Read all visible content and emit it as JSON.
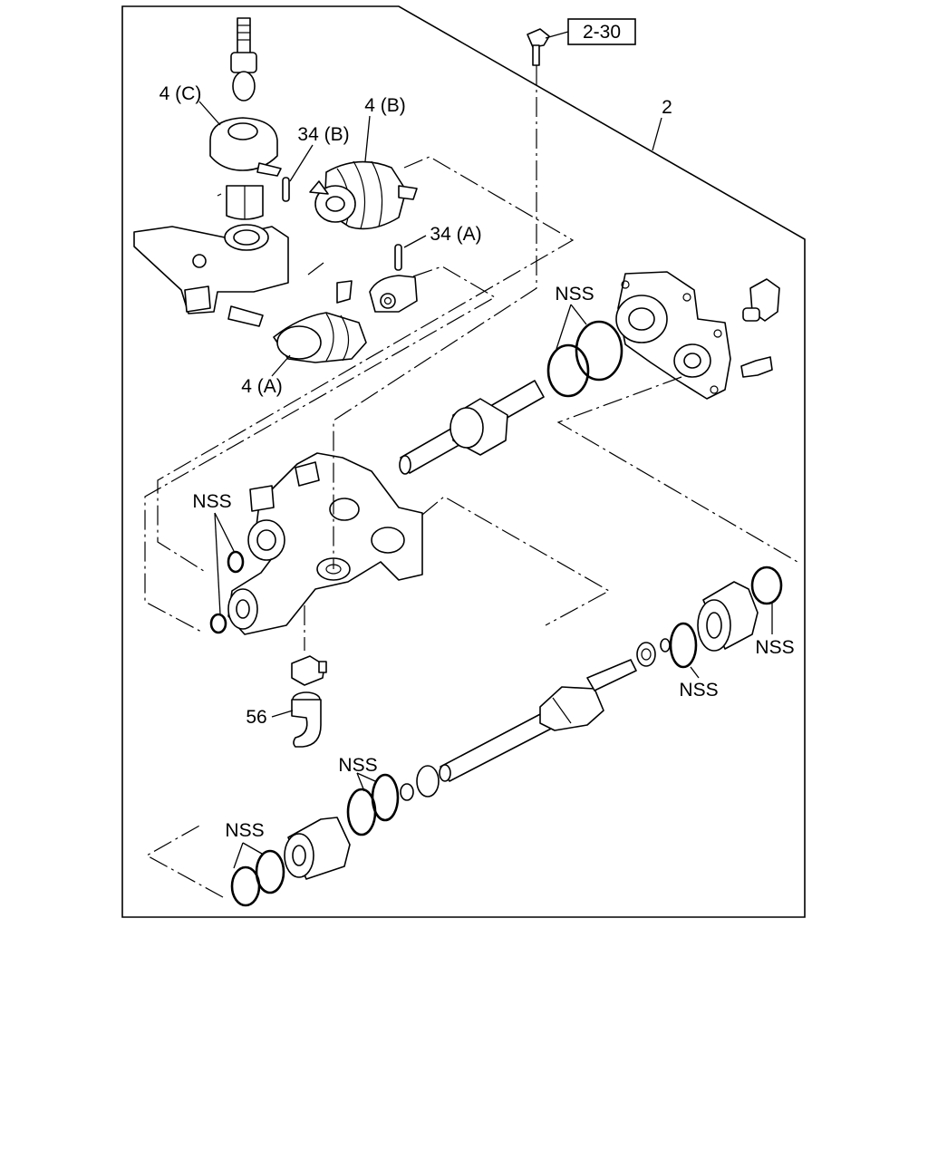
{
  "labels": {
    "ref_box": "2-30",
    "assembly": "2",
    "part_4c": "4 (C)",
    "part_4b": "4 (B)",
    "part_34b": "34 (B)",
    "part_34a": "34 (A)",
    "part_4a": "4 (A)",
    "part_56": "56",
    "nss": "NSS"
  }
}
